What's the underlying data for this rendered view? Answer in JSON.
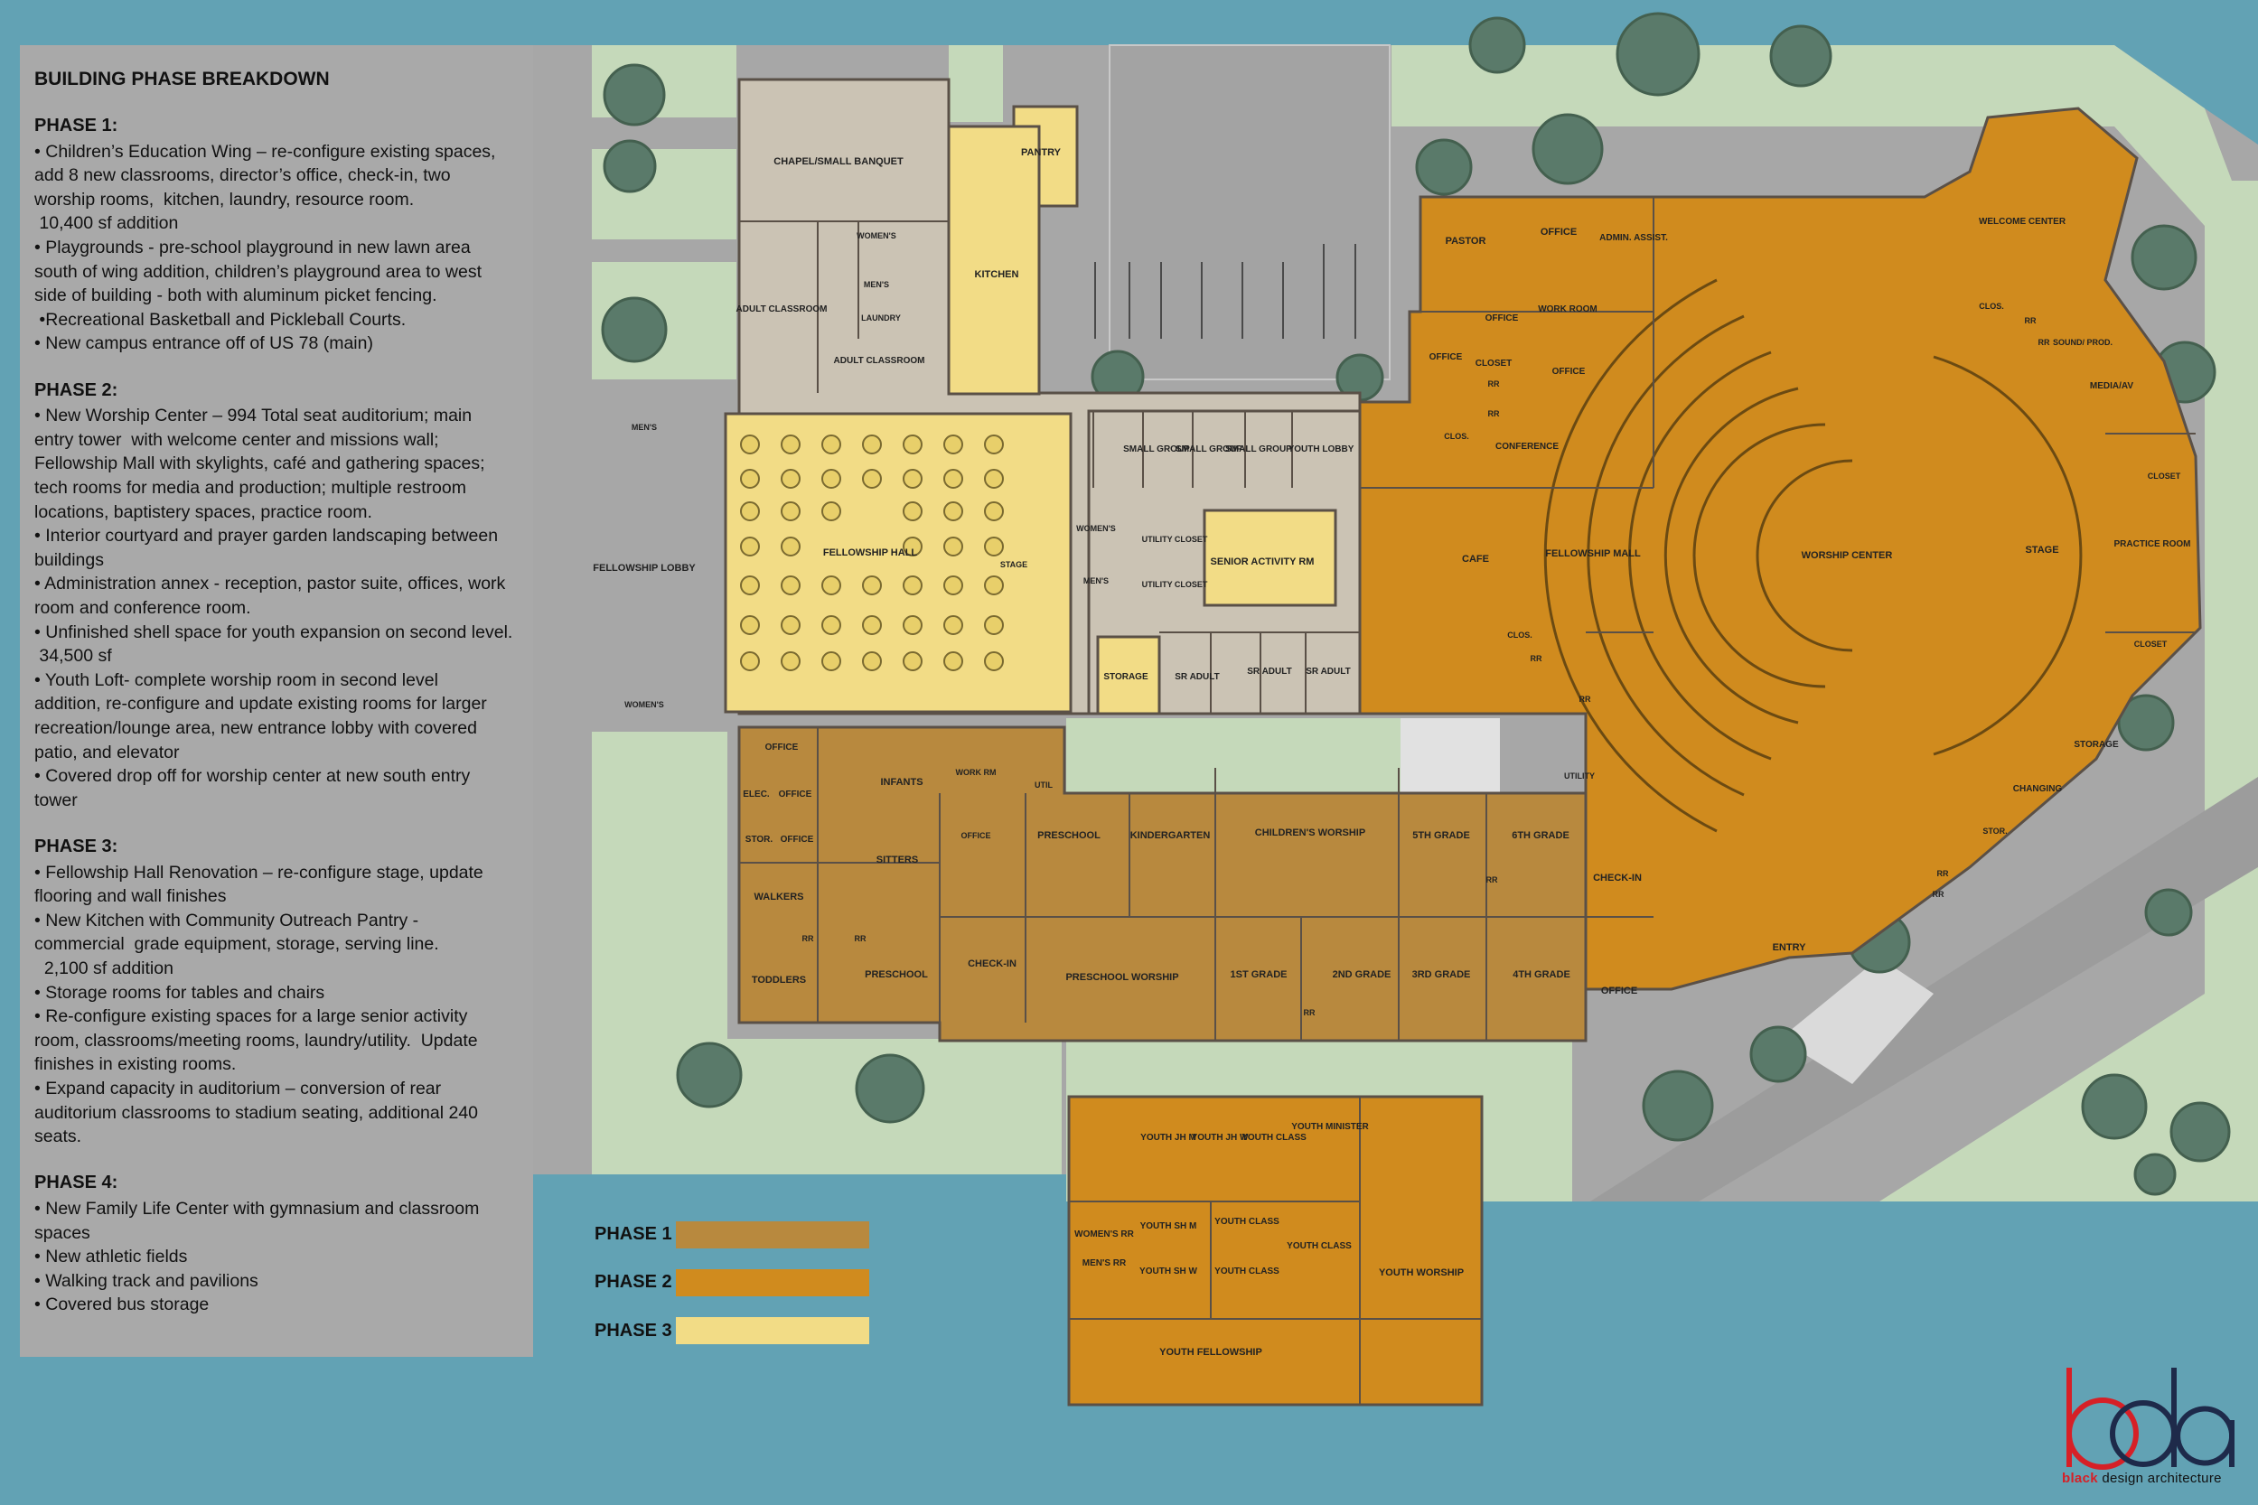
{
  "panel": {
    "title": "BUILDING PHASE BREAKDOWN",
    "phases": [
      {
        "title": "PHASE 1:",
        "items": [
          "• Children’s Education Wing – re-configure existing spaces,",
          "add 8 new classrooms, director’s office, check-in, two",
          "worship rooms,  kitchen, laundry, resource room.",
          " 10,400 sf addition",
          "• Playgrounds - pre-school playground in new lawn area",
          "south of wing addition, children’s playground area to west",
          "side of building - both with aluminum picket fencing.",
          " •Recreational Basketball and Pickleball Courts.",
          "• New campus entrance off of US 78 (main)"
        ]
      },
      {
        "title": "PHASE 2:",
        "items": [
          "• New Worship Center – 994 Total seat auditorium; main",
          "entry tower  with welcome center and missions wall;",
          "Fellowship Mall with skylights, café and gathering spaces;",
          "tech rooms for media and production; multiple restroom",
          "locations, baptistery spaces, practice room.",
          "• Interior courtyard and prayer garden landscaping between",
          "buildings",
          "• Administration annex - reception, pastor suite, offices, work",
          "room and conference room.",
          "• Unfinished shell space for youth expansion on second level.",
          " 34,500 sf",
          "• Youth Loft- complete worship room in second level",
          "addition, re-configure and update existing rooms for larger",
          "recreation/lounge area, new entrance lobby with covered",
          "patio, and elevator",
          "• Covered drop off for worship center at new south entry",
          "tower"
        ]
      },
      {
        "title": "PHASE 3:",
        "items": [
          "• Fellowship Hall Renovation – re-configure stage, update",
          "flooring and wall finishes",
          "• New Kitchen with Community Outreach Pantry -",
          "commercial  grade equipment, storage, serving line.",
          "  2,100 sf addition",
          "• Storage rooms for tables and chairs",
          "• Re-configure existing spaces for a large senior activity",
          "room, classrooms/meeting rooms, laundry/utility.  Update",
          "finishes in existing rooms.",
          "• Expand capacity in auditorium – conversion of rear",
          "auditorium classrooms to stadium seating, additional 240",
          "seats."
        ]
      },
      {
        "title": "PHASE 4:",
        "items": [
          "• New Family Life Center with gymnasium and classroom",
          "spaces",
          "• New athletic fields",
          "• Walking track and pavilions",
          "• Covered bus storage"
        ]
      }
    ]
  },
  "legend": [
    {
      "label": "PHASE 1",
      "color": "#b8893e"
    },
    {
      "label": "PHASE 2",
      "color": "#d08b1e"
    },
    {
      "label": "PHASE 3",
      "color": "#f2dc86"
    }
  ],
  "rooms": {
    "chapel": "CHAPEL/SMALL BANQUET",
    "pantry": "PANTRY",
    "kitchen": "KITCHEN",
    "womens_1": "WOMEN'S",
    "mens_1": "MEN'S",
    "laundry": "LAUNDRY",
    "adult_classroom_1": "ADULT CLASSROOM",
    "adult_classroom_2": "ADULT CLASSROOM",
    "mens_2": "MEN'S",
    "womens_2": "WOMEN'S",
    "fellowship_lobby": "FELLOWSHIP LOBBY",
    "fellowship_hall": "FELLOWSHIP HALL",
    "stage_hall": "STAGE",
    "womens_3": "WOMEN'S",
    "mens_3": "MEN'S",
    "small_group_1": "SMALL GROUP",
    "small_group_2": "SMALL GROUP",
    "small_group_3": "SMALL GROUP",
    "youth_lobby": "YOUTH LOBBY",
    "utility_closet_1": "UTILITY CLOSET",
    "utility_closet_2": "UTILITY CLOSET",
    "senior_activity": "SENIOR ACTIVITY RM",
    "storage_1": "STORAGE",
    "sr_adult_1": "SR ADULT",
    "sr_adult_2": "SR ADULT",
    "sr_adult_3": "SR ADULT",
    "office_1": "OFFICE",
    "elec": "ELEC.",
    "office_2": "OFFICE",
    "stor": "STOR.",
    "office_3": "OFFICE",
    "infants": "INFANTS",
    "sitters": "SITTERS",
    "walkers": "WALKERS",
    "toddlers": "TODDLERS",
    "rr_walk": "RR",
    "rr_pre": "RR",
    "preschool_1": "PRESCHOOL",
    "work_rm": "WORK RM",
    "util": "UTIL",
    "office_4": "OFFICE",
    "check_in_1": "CHECK-IN",
    "preschool_2": "PRESCHOOL",
    "kindergarten": "KINDERGARTEN",
    "childrens_worship": "CHILDREN'S WORSHIP",
    "fifth_grade": "5TH GRADE",
    "sixth_grade": "6TH GRADE",
    "preschool_worship": "PRESCHOOL WORSHIP",
    "first_grade": "1ST GRADE",
    "second_grade": "2ND GRADE",
    "third_grade": "3RD GRADE",
    "fourth_grade": "4TH GRADE",
    "rr_a": "RR",
    "rr_b": "RR",
    "check_in_2": "CHECK-IN",
    "office_5": "OFFICE",
    "pastor": "PASTOR",
    "office_6": "OFFICE",
    "admin_assist": "ADMIN. ASSIST.",
    "office_7": "OFFICE",
    "work_room": "WORK ROOM",
    "office_8": "OFFICE",
    "office_9": "OFFICE",
    "closet_1": "CLOSET",
    "rr_c": "RR",
    "rr_d": "RR",
    "conference": "CONFERENCE",
    "clos_1": "CLOS.",
    "cafe": "CAFE",
    "fellowship_mall": "FELLOWSHIP MALL",
    "clos_2": "CLOS.",
    "rr_e": "RR",
    "rr_f": "RR",
    "utility": "UTILITY",
    "worship_center": "WORSHIP CENTER",
    "stage_main": "STAGE",
    "welcome_center": "WELCOME CENTER",
    "clos_3": "CLOS.",
    "rr_g": "RR",
    "rr_h": "RR",
    "sound_prod": "SOUND/ PROD.",
    "media_av": "MEDIA/AV",
    "closet_2": "CLOSET",
    "practice_room": "PRACTICE ROOM",
    "closet_3": "CLOSET",
    "storage_2": "STORAGE",
    "changing": "CHANGING",
    "stor_2": "STOR.",
    "rr_i": "RR",
    "rr_j": "RR",
    "entry": "ENTRY",
    "youth_jh_m": "YOUTH JH M",
    "youth_jh_w": "YOUTH JH W",
    "youth_class_1": "YOUTH CLASS",
    "youth_minister": "YOUTH MINISTER",
    "womens_rr": "WOMEN'S RR",
    "mens_rr": "MEN'S RR",
    "youth_sh_m": "YOUTH SH M",
    "youth_sh_w": "YOUTH SH W",
    "youth_class_2": "YOUTH CLASS",
    "youth_class_3": "YOUTH CLASS",
    "youth_class_4": "YOUTH CLASS",
    "youth_worship": "YOUTH WORSHIP",
    "youth_fellowship": "YOUTH FELLOWSHIP"
  },
  "logo": {
    "mark": "bda",
    "tagline_accent": "black",
    "tagline_rest": " design architecture"
  }
}
